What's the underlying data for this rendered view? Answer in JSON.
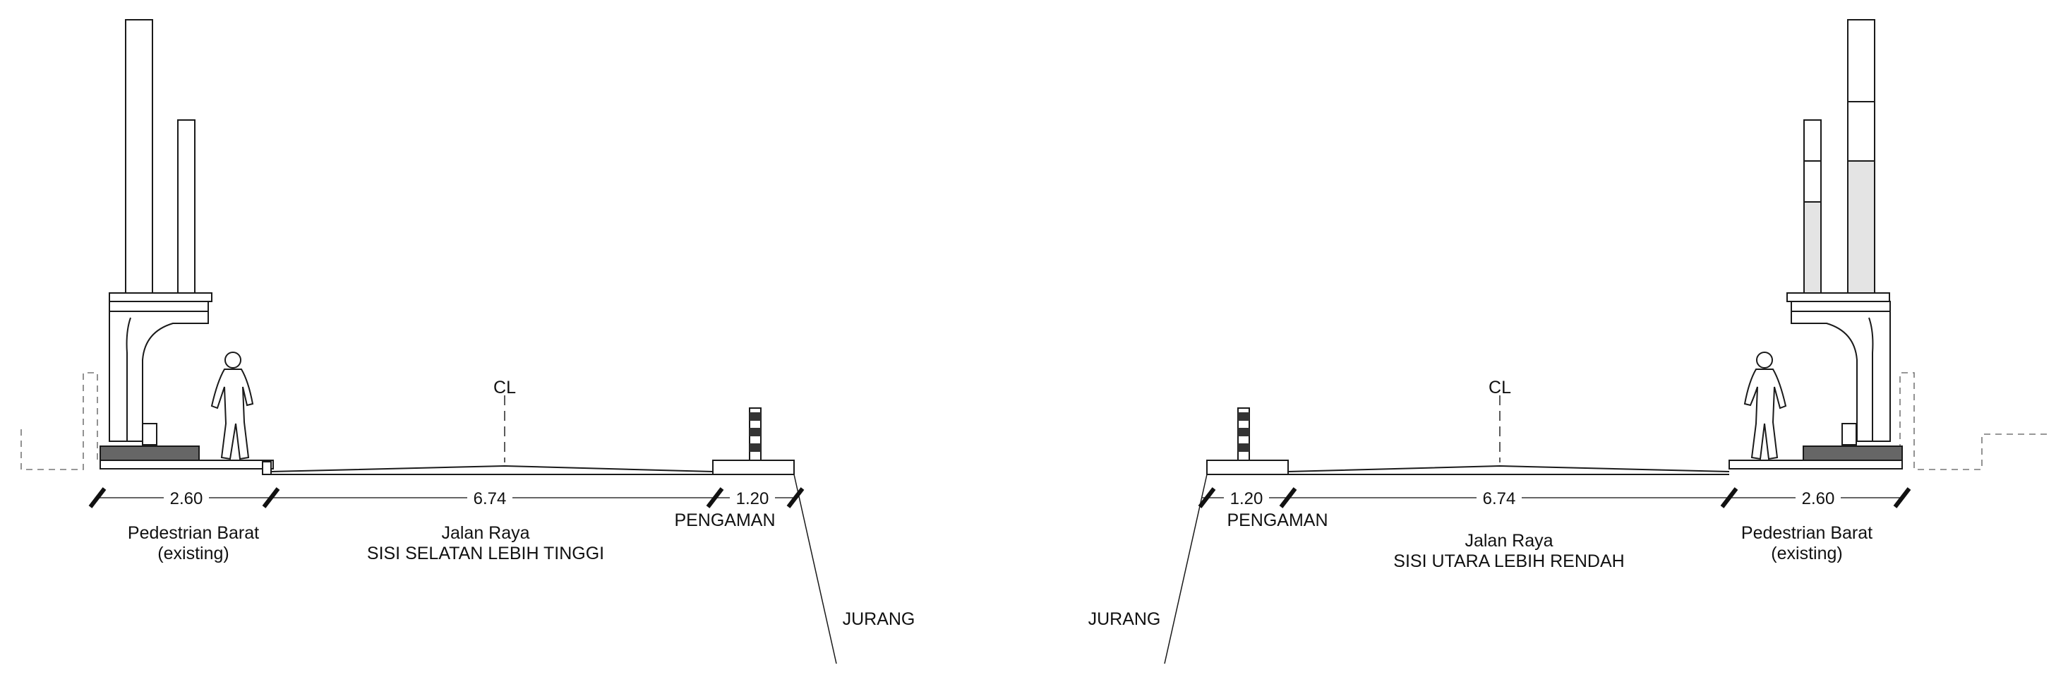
{
  "left": {
    "centerline": "CL",
    "dims": [
      "2.60",
      "6.74",
      "1.20"
    ],
    "pedestrian": {
      "line1": "Pedestrian Barat",
      "line2": "(existing)"
    },
    "road": {
      "line1": "Jalan Raya",
      "line2": "SISI SELATAN LEBIH TINGGI"
    },
    "guard": "PENGAMAN",
    "ravine": "JURANG"
  },
  "right": {
    "centerline": "CL",
    "dims": [
      "1.20",
      "6.74",
      "2.60"
    ],
    "pedestrian": {
      "line1": "Pedestrian Barat",
      "line2": "(existing)"
    },
    "road": {
      "line1": "Jalan Raya",
      "line2": "SISI UTARA LEBIH RENDAH"
    },
    "guard": "PENGAMAN",
    "ravine": "JURANG"
  }
}
